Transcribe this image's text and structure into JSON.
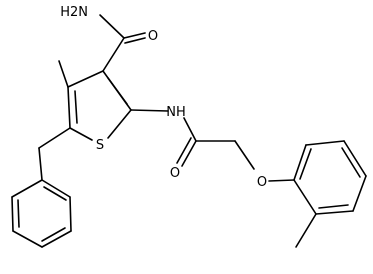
{
  "structure": {
    "atoms": {
      "nh2": "H2N",
      "o_amide1": "O",
      "s_ring": "S",
      "nh": "NH",
      "o_amide2": "O",
      "o_ether": "O"
    }
  }
}
